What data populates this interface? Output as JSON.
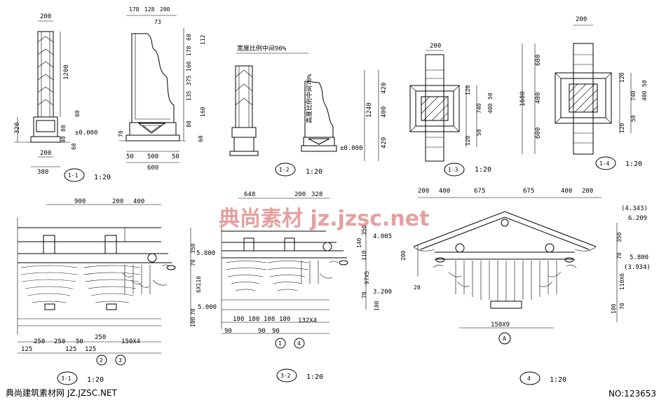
{
  "views": [
    {
      "id": "1-1",
      "scale": "1:20"
    },
    {
      "id": "1-2",
      "scale": "1:20"
    },
    {
      "id": "1-3",
      "scale": "1:20"
    },
    {
      "id": "1-4",
      "scale": "1:20"
    },
    {
      "id": "3-1",
      "scale": "1:20"
    },
    {
      "id": "3-2",
      "scale": "1:20"
    },
    {
      "id": "4",
      "scale": "1:20"
    }
  ],
  "dims": {
    "v11": {
      "top": "200",
      "h1200": "1200",
      "h320": "320",
      "h80": "80",
      "h40": "40",
      "h60a": "60",
      "h60b": "60",
      "w200": "200",
      "w380": "380",
      "zero": "±0.000"
    },
    "v11b": {
      "w178": "178",
      "w128": "128",
      "w200": "200",
      "w73": "73",
      "h60": "60",
      "h178": "178",
      "h160": "160",
      "h375": "375",
      "h135": "135",
      "h80": "80",
      "h112": "112",
      "h160b": "160",
      "h70": "70",
      "h60b": "60",
      "w50": "50",
      "w500": "500",
      "w50b": "50",
      "w600": "600"
    },
    "v12": {
      "note1": "宽度比例中间90%",
      "note2": "高度比例中间70%",
      "zero": "±0.000"
    },
    "v13": {
      "w200": "200",
      "h420a": "420",
      "h400": "400",
      "h420b": "420",
      "h1240": "1240",
      "r120a": "120",
      "r740": "740",
      "r50a": "50",
      "r400": "400",
      "r120b": "120",
      "r50b": "50"
    },
    "v14": {
      "w200": "200",
      "h600a": "600",
      "h400": "400",
      "h600b": "600",
      "h1680": "1680",
      "r120a": "120",
      "r740": "740",
      "r50a": "50",
      "r400": "400",
      "r120b": "120",
      "r50b": "50"
    },
    "v31": {
      "w900": "900",
      "w200": "200",
      "w400": "400",
      "h350": "350",
      "e5800": "5.800",
      "h70": "70",
      "h6x110": "6X110",
      "h70b": "70",
      "e5000": "5.000",
      "h100": "100",
      "b125a": "125",
      "b250a": "250",
      "b250b": "250",
      "b50": "50",
      "b250c": "250",
      "b125b": "125",
      "b125c": "125",
      "b150x4": "150X4",
      "c2": "2",
      "c3": "3"
    },
    "v32": {
      "w648": "648",
      "w200": "200",
      "w328": "328",
      "e4005": "4.005",
      "h350": "350",
      "h140": "140",
      "h110": "110",
      "h97x5": "97X5",
      "h70": "70",
      "e3200": "3.200",
      "h100": "100",
      "b180a": "180",
      "b180b": "180",
      "b108": "108",
      "b180c": "180",
      "b132x4": "132X4",
      "b90a": "90",
      "b90b": "90",
      "b90c": "90",
      "c1": "1",
      "c4": "4"
    },
    "v4": {
      "w200a": "200",
      "w400a": "400",
      "w675a": "675",
      "w675b": "675",
      "w400b": "400",
      "w200b": "200",
      "e4343": "(4.343)",
      "e6209": "6.209",
      "h350": "350",
      "h70": "70",
      "e5800": "5.800",
      "e3934": "(3.934)",
      "h110x6": "110X6",
      "h100": "100",
      "h70b": "70",
      "l200": "200",
      "l20": "20",
      "b150x9": "150X9",
      "cA": "A"
    }
  },
  "watermark": "典尚素材  jz.jzsc.net",
  "footer": {
    "left": "典尚建筑素材网 JZ.JZSC.NET",
    "right": "NO:123653"
  }
}
